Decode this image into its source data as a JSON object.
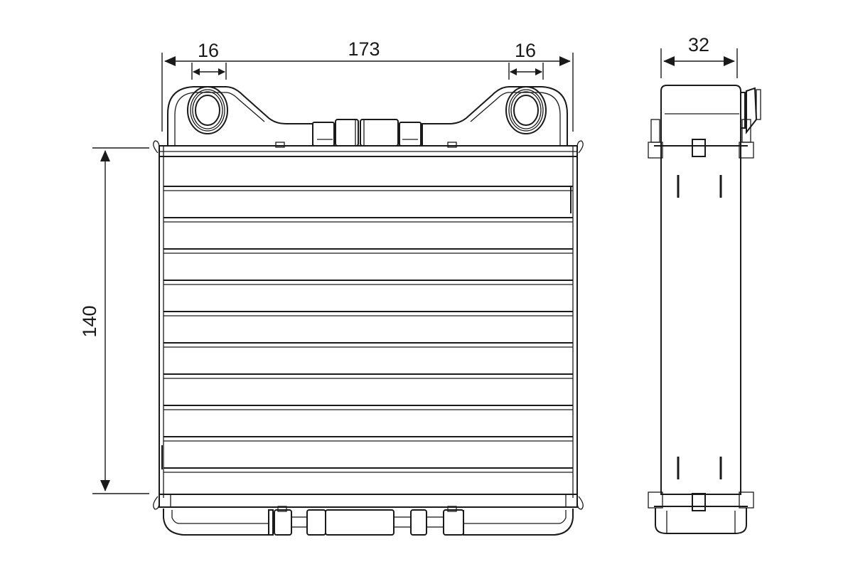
{
  "drawing": {
    "subject": "heater core technical drawing",
    "units": "mm",
    "views": [
      "front-view",
      "side-view"
    ],
    "line_color": "#1a1a1a",
    "background": "#ffffff"
  },
  "dimensions": {
    "overall_width": "173",
    "left_port_diameter": "16",
    "right_port_diameter": "16",
    "core_height": "140",
    "depth": "32"
  }
}
